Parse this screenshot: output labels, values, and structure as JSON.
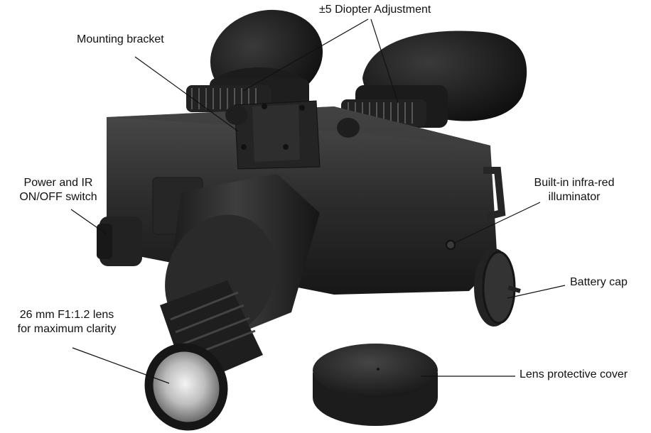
{
  "labels": {
    "diopter": "±5 Diopter Adjustment",
    "mounting": "Mounting bracket",
    "power_line1": "Power and IR",
    "power_line2": "ON/OFF switch",
    "ir_line1": "Built-in infra-red",
    "ir_line2": "illuminator",
    "battery": "Battery cap",
    "lens_line1": "26 mm F1:1.2 lens",
    "lens_line2": "for maximum clarity",
    "cover": "Lens protective cover"
  },
  "colors": {
    "body": "#2a2a2a",
    "body_dark": "#161616",
    "body_light": "#4a4a4a",
    "leader": "#111111"
  }
}
